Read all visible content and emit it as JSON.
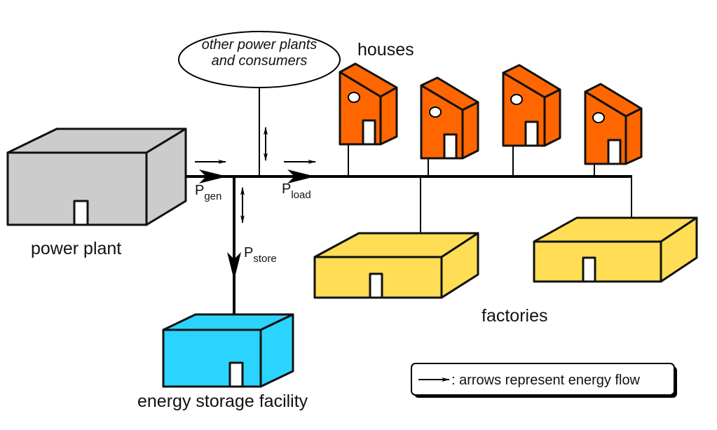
{
  "labels": {
    "power_plant": "power plant",
    "houses": "houses",
    "factories": "factories",
    "storage": "energy storage facility",
    "other_line1": "other power plants",
    "other_line2": "and consumers"
  },
  "flows": {
    "gen": {
      "main": "P",
      "sub": "gen"
    },
    "load": {
      "main": "P",
      "sub": "load"
    },
    "store": {
      "main": "P",
      "sub": "store"
    }
  },
  "legend": {
    "icon": "arrow-right-icon",
    "text": ": arrows represent energy flow"
  },
  "colors": {
    "power_plant": "#cccccc",
    "house": "#ff6600",
    "factory": "#ffdd55",
    "storage": "#2ad4ff",
    "line": "#000000",
    "door": "#ffffff"
  }
}
